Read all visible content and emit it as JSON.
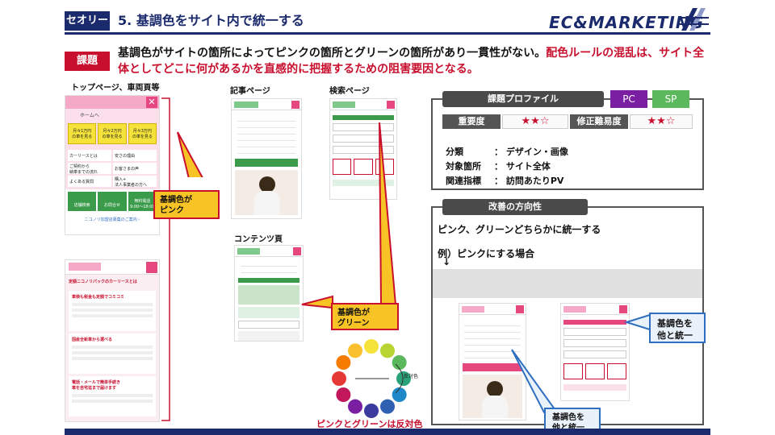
{
  "header": {
    "tag": "セオリー",
    "title": "5. 基調色をサイト内で統一する",
    "logo": "EC&MARKETING"
  },
  "issue": {
    "tag": "課題",
    "text_black": "基調色がサイトの箇所によってピンクの箇所とグリーンの箇所があり一貫性がない。",
    "text_red": "配色ルールの混乱は、サイト全体としてどこに何があるかを直感的に把握するための阻害要因となる。"
  },
  "left_label": "トップページ、車両頁等",
  "article_label": "記事ページ",
  "search_label": "検索ページ",
  "contents_label": "コンテンツ頁",
  "callouts": {
    "pink": "基調色が\nピンク",
    "green": "基調色が\nグリーン",
    "blue_top": "基調色を\n他と統一",
    "blue_bottom": "基調色を\n他と統一"
  },
  "top_phone": {
    "home": "ホームへ",
    "prices": [
      "月々1万円\nの車を見る",
      "月々2万円\nの車を見る",
      "月々3万円\nの車を見る"
    ],
    "menu": [
      "カーリースとは",
      "安さの理由",
      "ご契約から\n納車までの流れ",
      "お客さまの声",
      "よくある質問",
      "購入+\n法人事業者の方へ"
    ],
    "actions": [
      "店舗検索",
      "お問合せ",
      "無料電話\n9:00～18:00"
    ],
    "link": "ニコノリ加盟店募集のご案内 ›"
  },
  "lower_phone": {
    "heading": "定額ニコノリパックのカーリースとは",
    "section1": "車検も税金も定額でコミコミ",
    "section2": "国産全新車から選べる",
    "section3": "電話・メールで簡単手続き\n車を自宅迄まで届けます"
  },
  "color_wheel_caption": "ピンクとグリーンは反対色",
  "color_wheel_side": "反対色",
  "profile": {
    "title": "課題プロファイル",
    "pc": "PC",
    "sp": "SP",
    "importance_label": "重要度",
    "importance_stars": "★★☆",
    "difficulty_label": "修正難易度",
    "difficulty_stars": "★★☆",
    "rows": [
      {
        "key": "分類",
        "value": "：  デザイン・画像"
      },
      {
        "key": "対象箇所",
        "value": "：  サイト全体"
      },
      {
        "key": "関連指標",
        "value": "：  訪問あたりPV"
      }
    ]
  },
  "direction": {
    "title": "改善の方向性",
    "line1": "ピンク、グリーンどちらかに統一する",
    "line2": "例）ピンクにする場合",
    "arrow": "↓"
  },
  "colors": {
    "navy": "#1a2a6c",
    "red": "#c8102e",
    "pink": "#f6a9c6",
    "green": "#3a9b4a",
    "yellow": "#f7c325",
    "purple": "#7b1fa2",
    "sp_green": "#5cb85c"
  }
}
